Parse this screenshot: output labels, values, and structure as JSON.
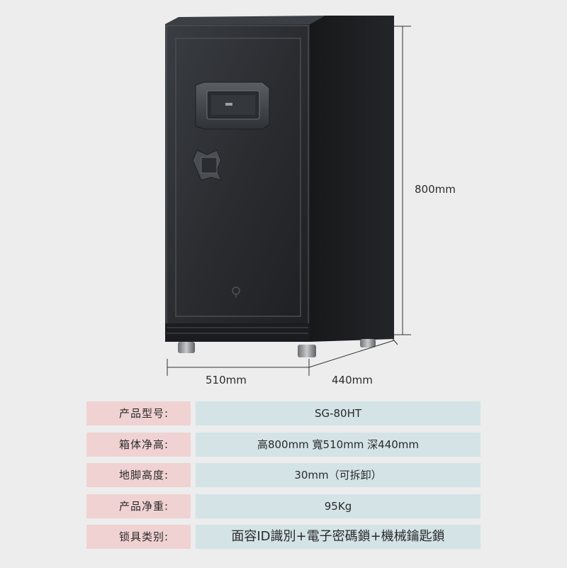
{
  "dimensions": {
    "height": "800mm",
    "width": "510mm",
    "depth": "440mm"
  },
  "specs": [
    {
      "label": "产品型号:",
      "value": "SG-80HT"
    },
    {
      "label": "箱体净高:",
      "value": "高800mm 寬510mm 深440mm"
    },
    {
      "label": "地脚高度:",
      "value": "30mm（可拆卸）"
    },
    {
      "label": "产品净重:",
      "value": "95Kg"
    },
    {
      "label": "锁具类别:",
      "value": "面容ID識別+電子密碼鎖+機械鑰匙鎖"
    }
  ],
  "colors": {
    "label_bg": "#f0d2d2",
    "value_bg": "#d3e3e6",
    "safe_body": "#26282b",
    "background": "#ededed"
  },
  "icons": {
    "face_id_panel": "face-recognition-panel",
    "keypad": "keypad-dial",
    "key_lock": "key-lock-icon"
  }
}
